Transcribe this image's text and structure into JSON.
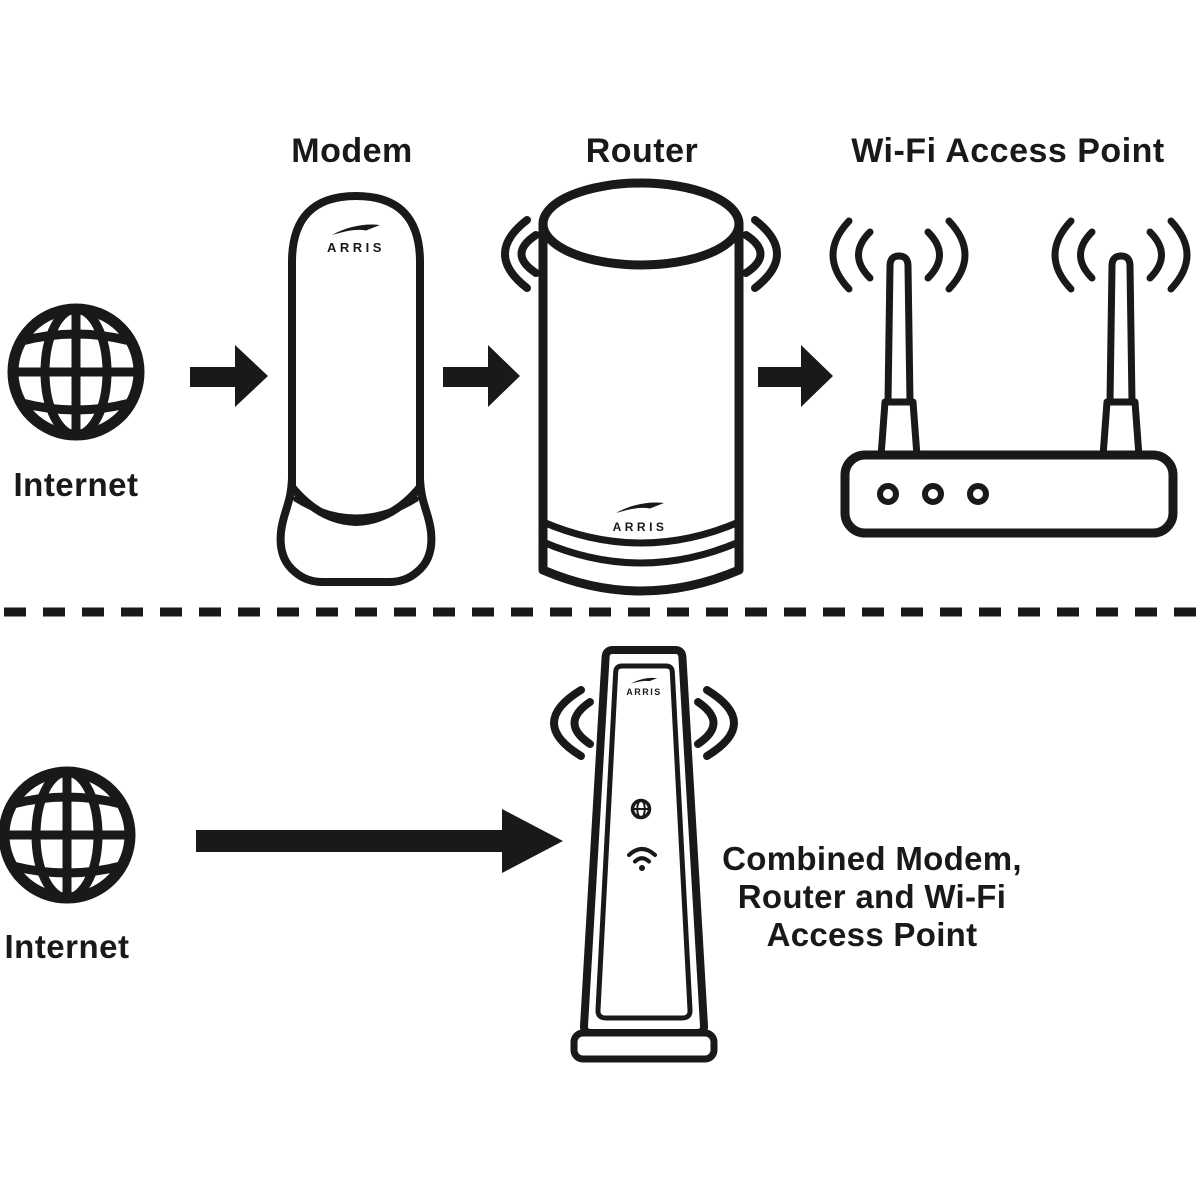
{
  "diagram": {
    "colors": {
      "ink": "#191919",
      "background": "#ffffff"
    },
    "top_row": {
      "internet_label": "Internet",
      "modem_label": "Modem",
      "router_label": "Router",
      "access_point_label": "Wi-Fi Access Point",
      "modem_brand": "ARRIS",
      "router_brand": "ARRIS"
    },
    "bottom_row": {
      "internet_label": "Internet",
      "combined_brand": "ARRIS",
      "combined_label_line1": "Combined Modem,",
      "combined_label_line2": "Router and Wi-Fi",
      "combined_label_line3": "Access Point"
    }
  }
}
